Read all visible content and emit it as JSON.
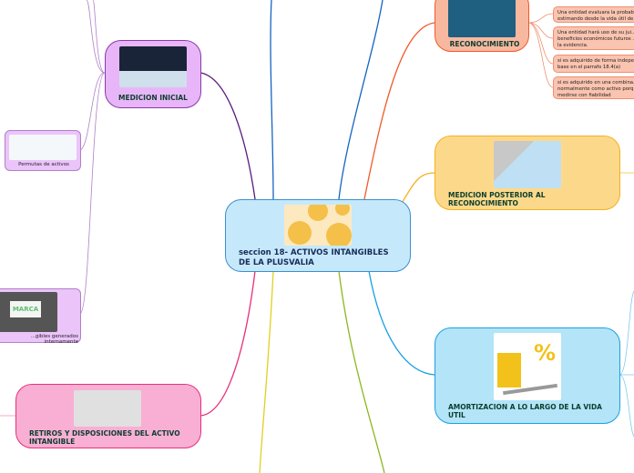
{
  "central": {
    "title": "seccion 18- ACTIVOS INTANGIBLES DE LA PLUSVALIA"
  },
  "branches": {
    "reconocimiento": {
      "title": "RECONOCIMIENTO",
      "notes": [
        "Una entidad evaluara la probab... estimando desde la vida útil de...",
        "Una entidad hará uso de su jui... beneficios económicos futuros ... la evidencia.",
        "si es adquirido de forma indepe... base en el parrafo 18.4(a)",
        "si es adquirido en una combina... normalmente como activo porq... medirse con fiabilidad"
      ]
    },
    "medicion_inicial": {
      "title": "MEDICION INICIAL",
      "children": [
        "Permutas de activos",
        "...gibles generados internamente"
      ],
      "image_text": "MARCA"
    },
    "retiros": {
      "title": "RETIROS Y DISPOSICIONES DEL ACTIVO INTANGIBLE"
    },
    "medicion_posterior": {
      "title": "MEDICION POSTERIOR AL RECONOCIMIENTO"
    },
    "amortizacion": {
      "title": "AMORTIZACION A LO LARGO DE LA VIDA UTIL"
    }
  },
  "colors": {
    "central": "#c5e9fa",
    "reconocimiento": "#f8b8a0",
    "medicion_inicial": "#e8b6f8",
    "retiros": "#f9afd4",
    "medicion_posterior": "#fcd98a",
    "amortizacion": "#b3e4f8"
  }
}
